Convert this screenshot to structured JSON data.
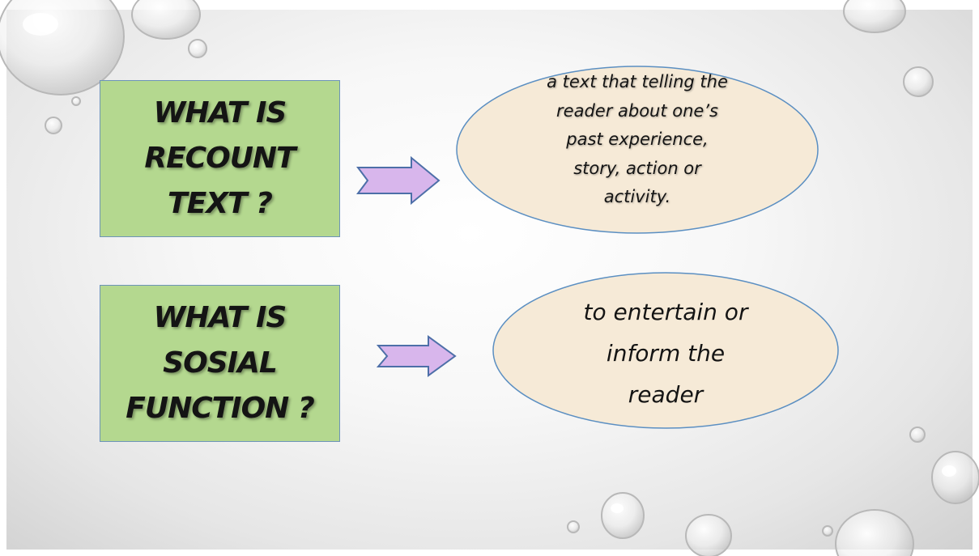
{
  "slide": {
    "colors": {
      "question_fill": "#b4d88f",
      "question_border": "#6d94b8",
      "answer_fill": "#f6ead7",
      "answer_border": "#5b8fc2",
      "arrow_fill": "#d8b6ec",
      "arrow_border": "#4d6fa8"
    },
    "items": [
      {
        "question": "WHAT IS\nRECOUNT\nTEXT ?",
        "arrow_icon": "right-arrow-icon",
        "answer": "a text that telling the\nreader about one’s\npast experience,\nstory, action or\nactivity."
      },
      {
        "question": "WHAT IS\nSOSIAL\nFUNCTION ?",
        "arrow_icon": "right-arrow-icon",
        "answer": "to entertain or\ninform the\nreader"
      }
    ]
  }
}
